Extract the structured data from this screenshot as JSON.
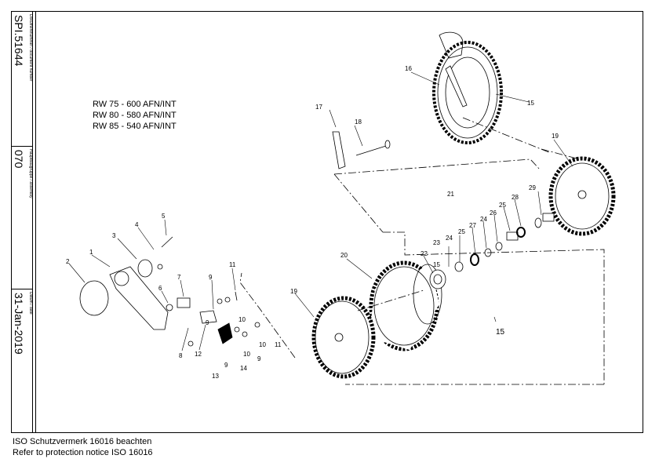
{
  "title_block": {
    "document_number_caption": "Dokumentnummer / document number",
    "document_number": "SPI.51644",
    "assembly_caption": "Hauptbaugruppe / assembly",
    "assembly": "070",
    "date_caption": "Datum / date",
    "date": "31-Jan-2019"
  },
  "models": [
    "RW 75 - 600 AFN/INT",
    "RW 80 - 580 AFN/INT",
    "RW 85 - 540 AFN/INT"
  ],
  "callouts": [
    "1",
    "2",
    "3",
    "4",
    "5",
    "6",
    "7",
    "8",
    "9",
    "9",
    "9",
    "9",
    "10",
    "10",
    "10",
    "11",
    "11",
    "12",
    "13",
    "14",
    "15",
    "15",
    "15",
    "16",
    "17",
    "18",
    "19",
    "19",
    "20",
    "21",
    "22",
    "23",
    "24",
    "24",
    "25",
    "25",
    "26",
    "27",
    "28",
    "29"
  ],
  "footer": {
    "line1": "ISO Schutzvermerk 16016 beachten",
    "line2": "Refer to protection notice ISO 16016"
  }
}
